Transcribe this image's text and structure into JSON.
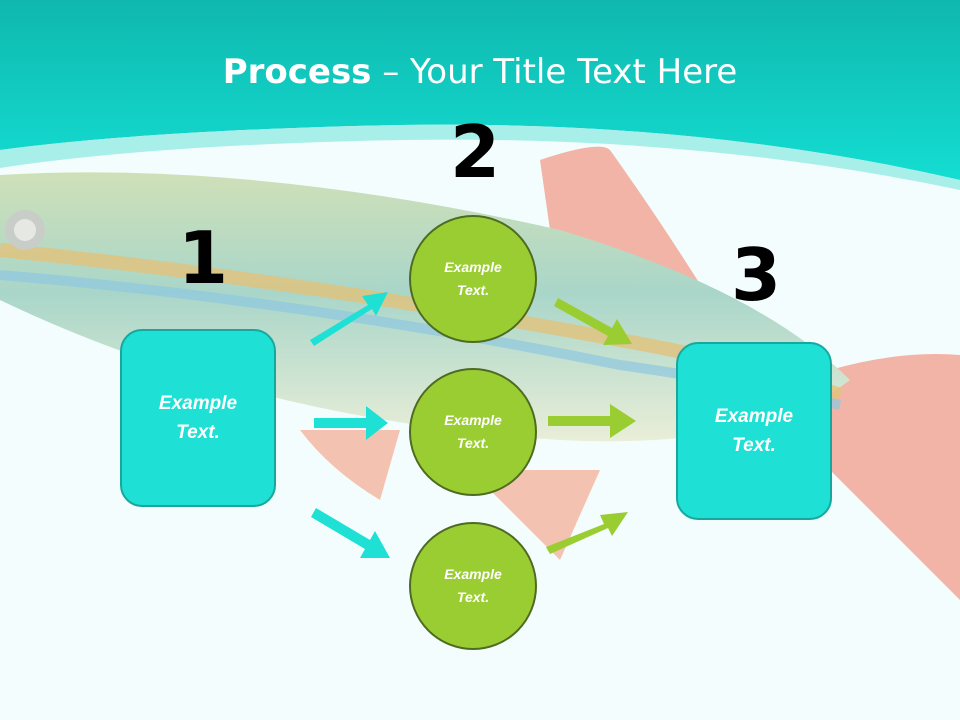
{
  "title": {
    "bold": "Process",
    "rest": " – Your Title Text Here"
  },
  "steps": {
    "one": "1",
    "two": "2",
    "three": "3"
  },
  "nodes": {
    "start_box": "Example\nText.",
    "circle_top": "Example\nText.",
    "circle_middle": "Example\nText.",
    "circle_bottom": "Example\nText.",
    "end_box": "Example\nText."
  },
  "colors": {
    "teal": "#1ee0d4",
    "green": "#9acd32",
    "banner": "#10cfc4"
  }
}
